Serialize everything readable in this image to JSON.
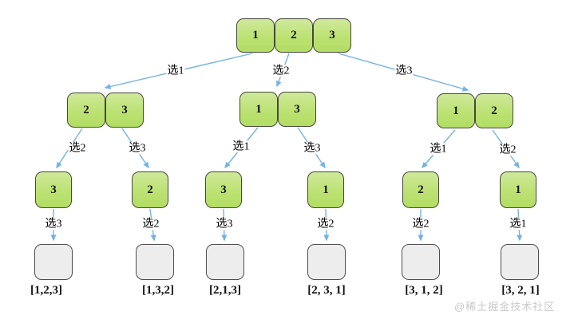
{
  "diagram": {
    "root": {
      "values": [
        "1",
        "2",
        "3"
      ]
    },
    "level1_edges": [
      "选1",
      "选2",
      "选3"
    ],
    "level2_nodes": [
      [
        "2",
        "3"
      ],
      [
        "1",
        "3"
      ],
      [
        "1",
        "2"
      ]
    ],
    "level2_edges": [
      "选2",
      "选3",
      "选1",
      "选3",
      "选1",
      "选2"
    ],
    "level3_nodes": [
      "3",
      "2",
      "3",
      "1",
      "2",
      "1"
    ],
    "level3_edges": [
      "选3",
      "选2",
      "选3",
      "选2",
      "选2",
      "选1"
    ],
    "results": [
      "[1,2,3]",
      "[1,3,2]",
      "[2,1,3]",
      "[2, 3, 1]",
      "[3, 1, 2]",
      "[3, 2, 1]"
    ],
    "watermark": "@稀土掘金技术社区"
  },
  "colors": {
    "node_fill": "#bce273",
    "node_border": "#46483c",
    "leaf_fill": "#ededed",
    "leaf_border": "#4e4e4e",
    "arrow": "#74b2e6",
    "label_text": "#000000",
    "watermark_text": "#c9c9c9"
  }
}
